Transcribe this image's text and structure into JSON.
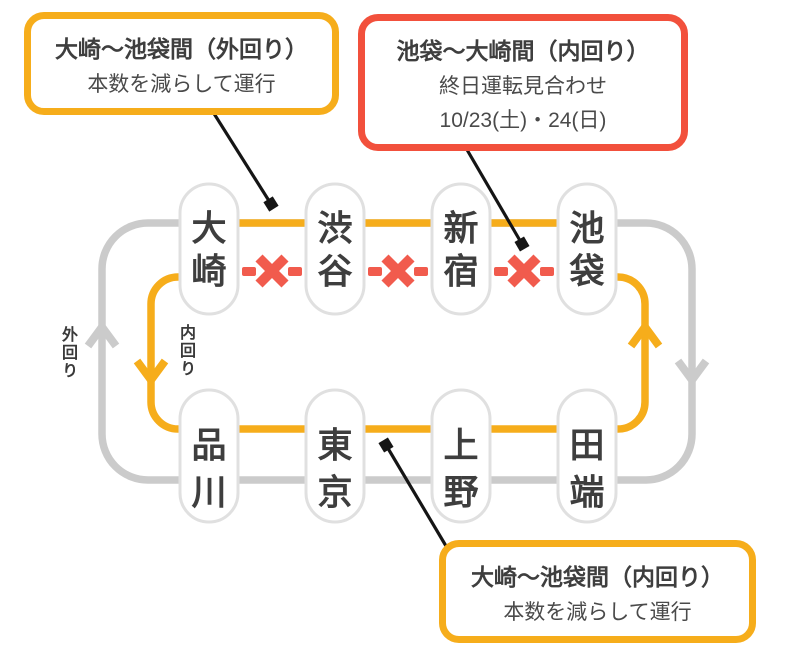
{
  "diagram_title": "yamanote-loop-service-change-diagram",
  "colors": {
    "yellow": "#F6AD1B",
    "gray": "#CBCBCB",
    "red": "#F15B4D",
    "red_border": "#F2503C",
    "pill_border": "#E0E0E0",
    "text_dark": "#3E3E3E",
    "text_body": "#4A4A4A",
    "leader": "#151515"
  },
  "callouts": {
    "outer_reduced": {
      "title": "大崎〜池袋間（外回り）",
      "body": "本数を減らして運行"
    },
    "inner_suspended": {
      "title": "池袋〜大崎間（内回り）",
      "line1": "終日運転見合わせ",
      "line2": "10/23(土)・24(日)"
    },
    "inner_reduced": {
      "title": "大崎〜池袋間（内回り）",
      "body": "本数を減らして運行"
    }
  },
  "labels": {
    "outer_loop": "外回り",
    "inner_loop": "内回り"
  },
  "stations": {
    "top": [
      {
        "name": "大崎",
        "chars": [
          "大",
          "崎"
        ]
      },
      {
        "name": "渋谷",
        "chars": [
          "渋",
          "谷"
        ]
      },
      {
        "name": "新宿",
        "chars": [
          "新",
          "宿"
        ]
      },
      {
        "name": "池袋",
        "chars": [
          "池",
          "袋"
        ]
      }
    ],
    "bottom": [
      {
        "name": "品川",
        "chars": [
          "品",
          "川"
        ]
      },
      {
        "name": "東京",
        "chars": [
          "東",
          "京"
        ]
      },
      {
        "name": "上野",
        "chars": [
          "上",
          "野"
        ]
      },
      {
        "name": "田端",
        "chars": [
          "田",
          "端"
        ]
      }
    ]
  },
  "suspended_marks": "✕✕✕"
}
